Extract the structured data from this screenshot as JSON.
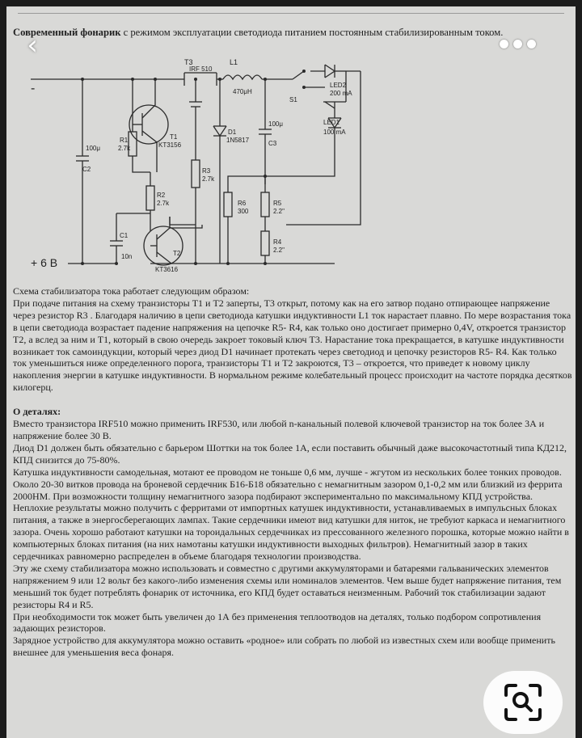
{
  "article": {
    "title_bold": "Современный фонарик",
    "title_rest": " с режимом эксплуатации светодиода питанием постоянным стабилизированным током."
  },
  "nav": {
    "back_icon": "chevron-left-icon",
    "more_icon": "more-dots-icon"
  },
  "schematic": {
    "minus": "-",
    "supply": "+ 6 В",
    "t3": "T3",
    "t3_model": "IRF 510",
    "l1": "L1",
    "l1_value": "470μH",
    "s1": "S1",
    "led2": "LED2",
    "led2_current": "200 mA",
    "led1": "LED1",
    "led1_current": "100 mA",
    "t1": "T1",
    "t1_model": "KT3156",
    "r1": "R1",
    "r1_value": "2.7k",
    "c2": "C2",
    "c2_value": "100μ",
    "d1": "D1",
    "d1_model": "1N5817",
    "c3": "C3",
    "c3_value": "100μ",
    "r3": "R3",
    "r3_value": "2.7k",
    "r2": "R2",
    "r2_value": "2.7k",
    "r6": "R6",
    "r6_value": "300",
    "r5": "R5",
    "r5_value": "2.2\"",
    "r4": "R4",
    "r4_value": "2.2\"",
    "c1": "C1",
    "c1_value": "10n",
    "t2": "T2",
    "t2_model": "KT3616"
  },
  "text": {
    "p1": "Схема стабилизатора тока работает следующим образом:",
    "p2": "При подаче питания на схему транзисторы T1 и T2 заперты, T3 открыт, потому как на его затвор подано отпирающее напряжение через резистор R3 . Благодаря наличию в цепи светодиода катушки индуктивности L1 ток нарастает плавно. По мере возрастания тока в цепи светодиода возрастает падение напряжения на цепочке R5- R4, как только оно достигает примерно 0,4V, откроется транзистор T2, а вслед за ним и T1, который в свою очередь закроет токовый ключ T3. Нарастание тока прекращается, в катушке индуктивности возникает ток самоиндукции, который через диод D1 начинает протекать через светодиод и цепочку резисторов R5- R4. Как только ток уменьшиться ниже определенного порога, транзисторы T1 и T2 закроются, T3 – откроется, что приведет к новому циклу накопления энергии в катушке индуктивности. В нормальном режиме колебательный процесс происходит на частоте порядка десятков килогерц.",
    "h1": "О деталях:",
    "p3": "Вместо транзистора IRF510 можно применить IRF530, или любой n-канальный полевой ключевой транзистор на ток более 3А и напряжение более 30 В.",
    "p4": "Диод D1 должен быть обязательно с барьером Шоттки на ток более 1А, если поставить обычный даже высокочастотный типа КД212, КПД снизится до 75-80%.",
    "p5": "Катушка индуктивности самодельная, мотают ее проводом не тоньше 0,6 мм, лучше - жгутом из нескольких более тонких проводов. Около 20-30 витков провода на броневой сердечник Б16-Б18 обязательно с немагнитным зазором 0,1-0,2 мм или близкий из феррита 2000НМ. При возможности толщину немагнитного зазора подбирают экспериментально по максимальному КПД устройства. Неплохие результаты можно получить с ферритами от импортных катушек индуктивности, устанавливаемых в импульсных блоках питания, а также в энергосберегающих лампах. Такие сердечники имеют вид катушки для ниток, не требуют каркаса и немагнитного зазора. Очень хорошо работают катушки на тороидальных сердечниках из прессованного железного порошка, которые можно найти в компьютерных блоках питания (на них намотаны катушки индуктивности выходных фильтров). Немагнитный зазор в таких сердечниках равномерно распределен в объеме благодаря технологии производства.",
    "p6": "Эту же схему стабилизатора можно использовать и совместно с другими аккумуляторами и батареями гальванических элементов напряжением 9 или 12 вольт без какого-либо изменения схемы или номиналов элементов. Чем выше будет напряжение питания, тем меньший ток будет потреблять фонарик от источника, его КПД будет оставаться неизменным. Рабочий ток стабилизации задают резисторы R4 и R5.",
    "p7": "При необходимости ток может быть увеличен до 1А без применения теплоотводов на деталях, только подбором сопротивления задающих резисторов.",
    "p8": "Зарядное устройство для аккумулятора можно оставить «родное» или собрать по любой из известных схем или вообще применить внешнее для уменьшения веса фонаря."
  }
}
